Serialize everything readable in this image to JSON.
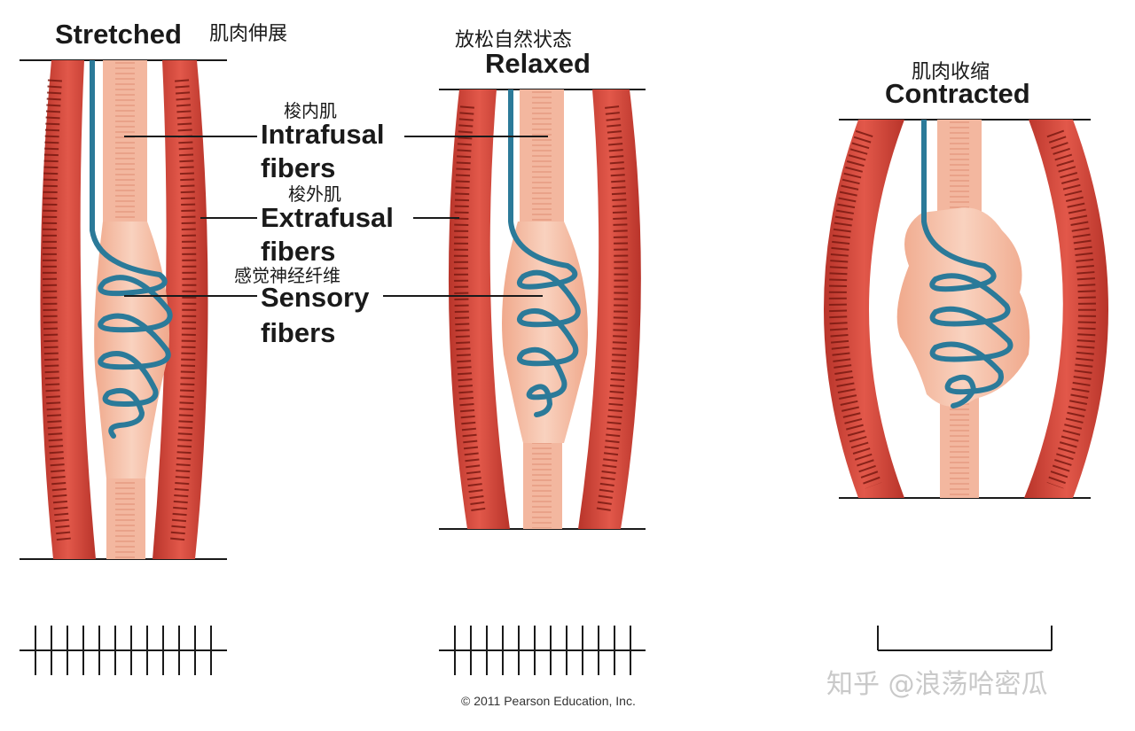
{
  "panels": {
    "stretched": {
      "title_en": "Stretched",
      "title_zh": "肌肉伸展"
    },
    "relaxed": {
      "title_en": "Relaxed",
      "title_zh": "放松自然状态"
    },
    "contracted": {
      "title_en": "Contracted",
      "title_zh": "肌肉收缩"
    }
  },
  "labels": {
    "intrafusal_zh": "梭内肌",
    "intrafusal_line1": "Intrafusal",
    "intrafusal_line2": "fibers",
    "extrafusal_zh": "梭外肌",
    "extrafusal_line1": "Extrafusal",
    "extrafusal_line2": "fibers",
    "sensory_zh": "感觉神经纤维",
    "sensory_line1": "Sensory",
    "sensory_line2": "fibers"
  },
  "copyright": "© 2011 Pearson Education, Inc.",
  "watermark": "知乎 @浪荡哈密瓜",
  "colors": {
    "extrafusal": "#d9473a",
    "extrafusal_stripe": "#7a1a12",
    "intrafusal": "#f3b79f",
    "spindle": "#f6c2a8",
    "sensory": "#2b7a99",
    "line": "#1a1a1a"
  }
}
